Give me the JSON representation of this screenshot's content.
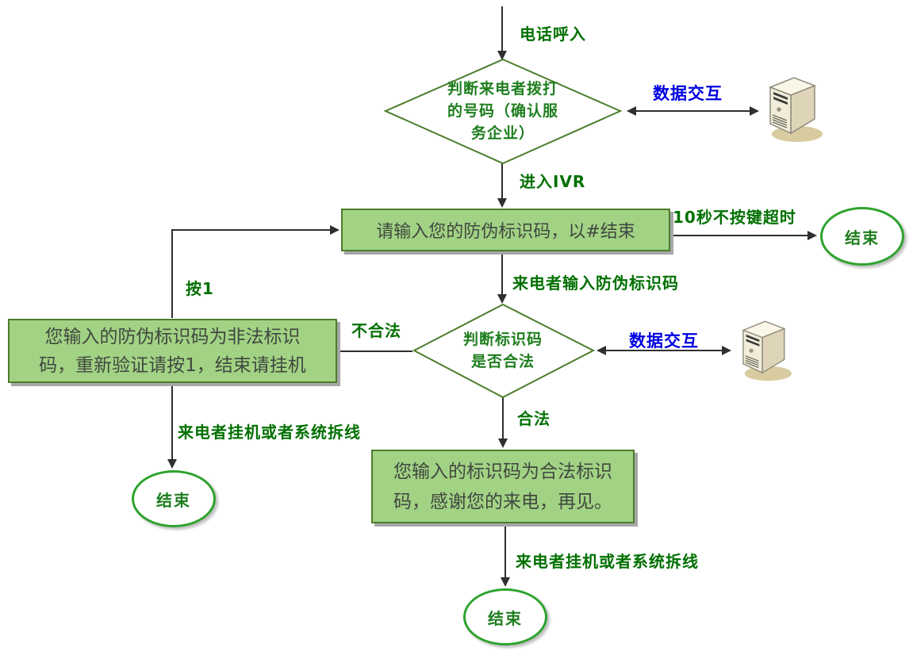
{
  "colors": {
    "process_fill": "#A2D284",
    "process_border": "#4C7D2B",
    "process_shadow": "#A6A6A6",
    "label_green": "#007000",
    "label_blue": "#0000E0",
    "terminator_border": "#2DA32D",
    "decision_text": "#1E7E1E",
    "connector": "#2F2F2F"
  },
  "icons": {
    "server_top": "server-tower-icon",
    "server_mid": "server-tower-icon"
  },
  "flow": {
    "call_in_label": "电话呼入",
    "decision_service_text": "判断来电者拨打\n的号码（确认服\n务企业）",
    "data_exchange_label": "数据交互",
    "enter_ivr_label": "进入IVR",
    "prompt_box_text": "请输入您的防伪标识码，以#结束",
    "timeout_label": "10秒不按键超时",
    "caller_input_label": "来电者输入防伪标识码",
    "decision_valid_text": "判断标识码\n是否合法",
    "invalid_label": "不合法",
    "invalid_box_text": "您输入的防伪标识码为非法标识\n码，重新验证请按1，结束请挂机",
    "press1_label": "按1",
    "hangup_label": "来电者挂机或者系统拆线",
    "valid_label": "合法",
    "valid_box_text": "您输入的标识码为合法标识\n码，感谢您的来电，再见。",
    "end_label": "结束"
  }
}
